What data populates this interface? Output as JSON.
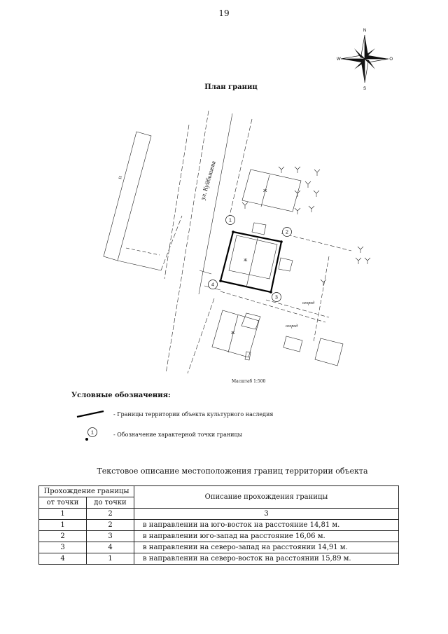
{
  "page_number": "19",
  "plan_title": "План границ",
  "compass": {
    "n": "N",
    "s": "S",
    "w": "W",
    "e": "O"
  },
  "map": {
    "street": "ул. Куйбышева",
    "garden1": "огород",
    "garden2": "огород",
    "bldg_label": "Ж",
    "bldg_label2": "Н",
    "points": [
      "1",
      "2",
      "3",
      "4"
    ],
    "scale": "Масштаб 1:500"
  },
  "legend": {
    "title": "Условные обозначения:",
    "boundary": "- Границы территории объекта культурного наследия",
    "point_symbol": "1",
    "point": "- Обозначение характерной точки границы"
  },
  "description": {
    "title": "Текстовое описание местоположения границ территории объекта",
    "header_passage": "Прохождение границы",
    "header_from": "от точки",
    "header_to": "до точки",
    "header_desc": "Описание прохождения границы",
    "col_numbers": [
      "1",
      "2",
      "3"
    ],
    "rows": [
      {
        "from": "1",
        "to": "2",
        "desc": "в направлении на юго-восток на расстояние 14,81 м."
      },
      {
        "from": "2",
        "to": "3",
        "desc": "в направлении юго-запад на расстояние 16,06 м."
      },
      {
        "from": "3",
        "to": "4",
        "desc": "в направлении на северо-запад на расстоянии 14,91 м."
      },
      {
        "from": "4",
        "to": "1",
        "desc": "в направлении на северо-восток на расстоянии 15,89 м."
      }
    ]
  }
}
